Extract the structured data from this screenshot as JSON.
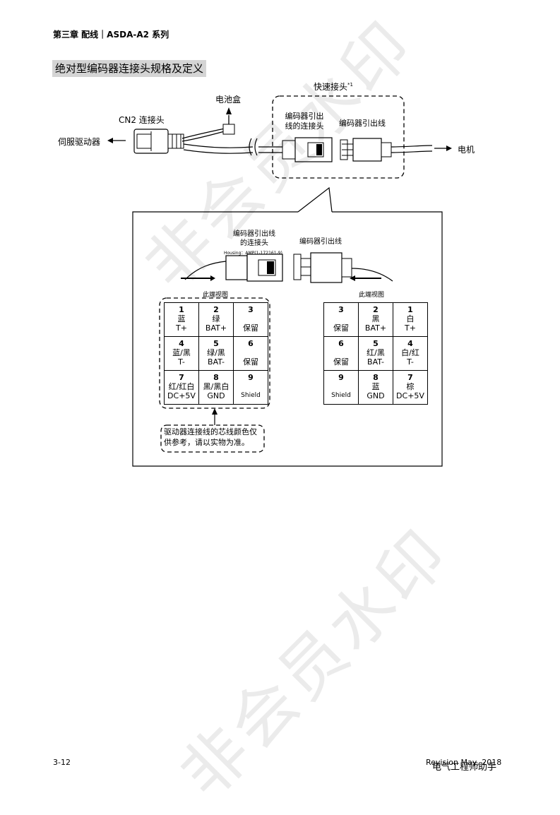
{
  "header": "第三章 配线｜ASDA-A2 系列",
  "section_title": "绝对型编码器连接头规格及定义",
  "top_diagram": {
    "quick_connector": "快速接头",
    "quick_connector_note": "*1",
    "battery_box": "电池盒",
    "cn2_connector": "CN2 连接头",
    "servo_drive": "伺服驱动器",
    "motor": "电机",
    "encoder_lead_connector_line1": "编码器引出",
    "encoder_lead_connector_line2": "线的连接头",
    "encoder_lead": "编码器引出线"
  },
  "detail": {
    "encoder_lead_connector_line1": "编码器引出线",
    "encoder_lead_connector_line2": "的连接头",
    "housing": "Housing：AMP(1-172161-9)",
    "encoder_lead": "编码器引出线",
    "view_left": "此端视图",
    "view_right": "此端视图"
  },
  "left_table": [
    [
      {
        "num": "1",
        "color": "蓝",
        "signal": "T+"
      },
      {
        "num": "2",
        "color": "绿",
        "signal": "BAT+"
      },
      {
        "num": "3",
        "color": "",
        "signal": "保留"
      }
    ],
    [
      {
        "num": "4",
        "color": "蓝/黑",
        "signal": "T-"
      },
      {
        "num": "5",
        "color": "绿/黑",
        "signal": "BAT-"
      },
      {
        "num": "6",
        "color": "",
        "signal": "保留"
      }
    ],
    [
      {
        "num": "7",
        "color": "红/红白",
        "signal": "DC+5V"
      },
      {
        "num": "8",
        "color": "黑/黑白",
        "signal": "GND"
      },
      {
        "num": "9",
        "color": "",
        "signal": "Shield"
      }
    ]
  ],
  "right_table": [
    [
      {
        "num": "3",
        "color": "",
        "signal": "保留"
      },
      {
        "num": "2",
        "color": "黑",
        "signal": "BAT+"
      },
      {
        "num": "1",
        "color": "白",
        "signal": "T+"
      }
    ],
    [
      {
        "num": "6",
        "color": "",
        "signal": "保留"
      },
      {
        "num": "5",
        "color": "红/黑",
        "signal": "BAT-"
      },
      {
        "num": "4",
        "color": "白/红",
        "signal": "T-"
      }
    ],
    [
      {
        "num": "9",
        "color": "",
        "signal": "Shield"
      },
      {
        "num": "8",
        "color": "蓝",
        "signal": "GND"
      },
      {
        "num": "7",
        "color": "棕",
        "signal": "DC+5V"
      }
    ]
  ],
  "note": "驱动器连接线的芯线颜色仅供参考，请以实物为准。",
  "footer": {
    "page": "3-12",
    "revision": "Revision May, 2018",
    "badge": "电气工程师助手"
  },
  "watermark": "非会员水印"
}
